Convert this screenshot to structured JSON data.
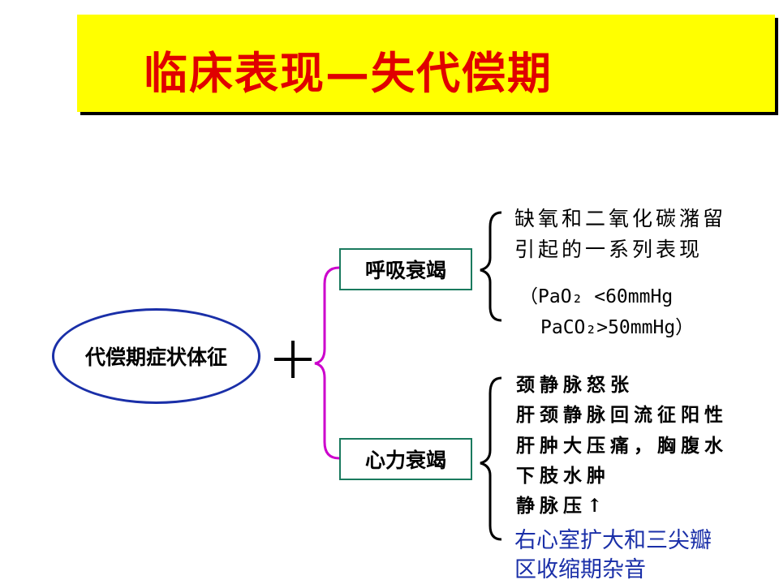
{
  "title": "临床表现—失代偿期",
  "main_node": "代偿期症状体征",
  "plus_symbol": "+",
  "branches": {
    "respiratory": {
      "label": "呼吸衰竭",
      "line1": "缺氧和二氧化碳潴留",
      "line2": "引起的一系列表现",
      "pao2": "（PaO₂ <60mmHg",
      "paco2": "PaCO₂>50mmHg）"
    },
    "heart": {
      "label": "心力衰竭",
      "items": [
        "颈静脉怒张",
        "肝颈静脉回流征阳性",
        "肝肿大压痛，胸腹水",
        "下肢水肿",
        "静脉压↑"
      ],
      "blue_line1": "右心室扩大和三尖瓣",
      "blue_line2": "区收缩期杂音"
    }
  },
  "colors": {
    "title_bg": "#ffff00",
    "title_text": "#e00000",
    "ellipse_border": "#1a2fa8",
    "box_border": "#1a7a5e",
    "connector": "#cc00cc",
    "blue_text": "#1a2fa8"
  }
}
